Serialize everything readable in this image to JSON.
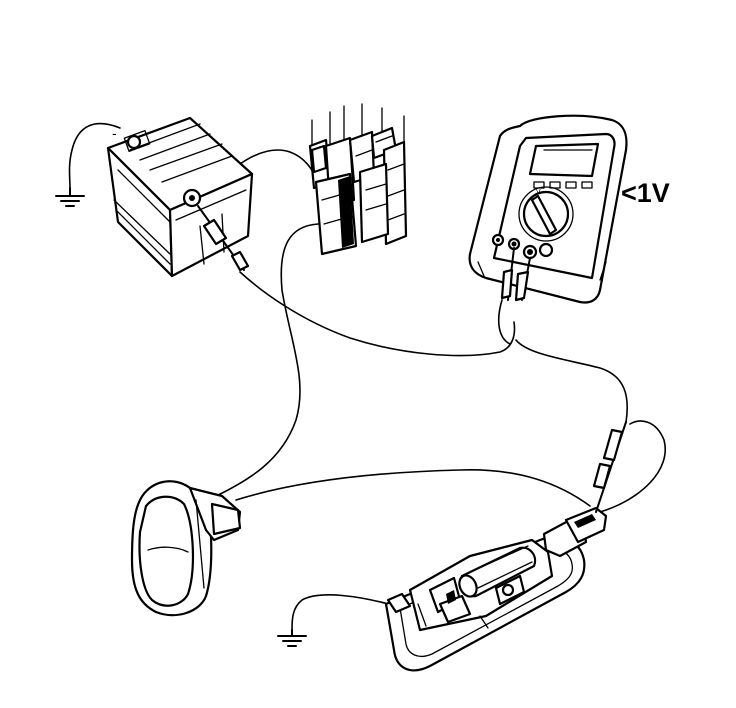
{
  "meter": {
    "reading": "<1V"
  },
  "components": [
    {
      "name": "battery",
      "icon": "battery-icon"
    },
    {
      "name": "fuse-block",
      "icon": "connector-block-icon"
    },
    {
      "name": "multimeter",
      "icon": "multimeter-icon"
    },
    {
      "name": "switch",
      "icon": "rocker-switch-icon"
    },
    {
      "name": "lamp-assembly",
      "icon": "lamp-housing-icon"
    },
    {
      "name": "ground-battery",
      "icon": "ground-symbol-icon"
    },
    {
      "name": "ground-lamp",
      "icon": "ground-symbol-icon"
    }
  ],
  "colors": {
    "line": "#000000",
    "background": "#ffffff"
  }
}
